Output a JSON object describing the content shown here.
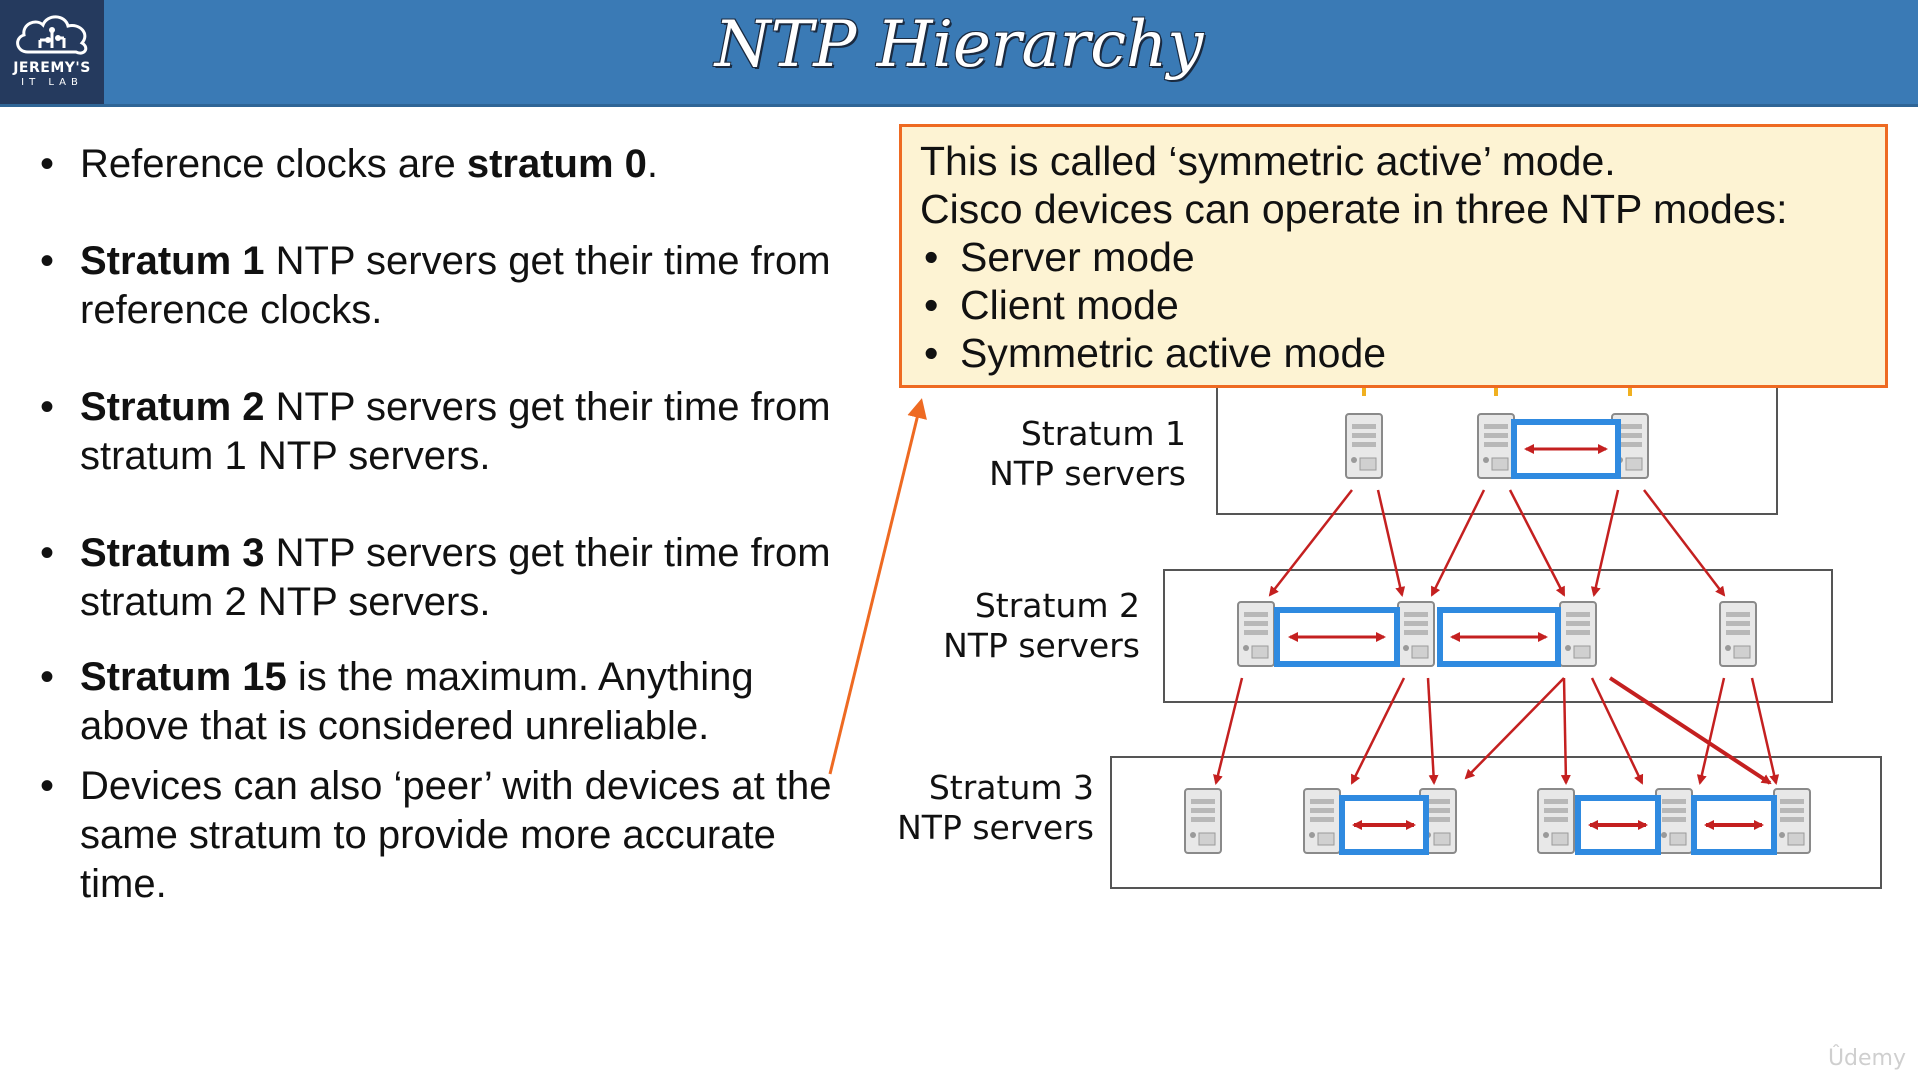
{
  "logo": {
    "title": "JEREMY'S",
    "subtitle": "IT LAB"
  },
  "slide": {
    "title": "NTP Hierarchy"
  },
  "bullets": {
    "b1": {
      "t1": "Reference clocks are ",
      "b": "stratum 0",
      "t2": "."
    },
    "b2": {
      "b": "Stratum 1",
      "t": " NTP servers get their time from reference clocks."
    },
    "b3": {
      "b": "Stratum 2",
      "t": " NTP servers get their time from stratum 1 NTP servers."
    },
    "b4": {
      "b": "Stratum 3",
      "t": " NTP servers get their time from stratum 2 NTP servers."
    },
    "b5": {
      "b": "Stratum 15",
      "t": " is the maximum.  Anything above that is considered unreliable."
    },
    "b6": {
      "t": "Devices can also ‘peer’ with devices at the same stratum to provide more accurate time."
    }
  },
  "callout": {
    "line1": "This is called ‘symmetric active’ mode.",
    "line2": "Cisco devices can operate in three NTP modes:",
    "items": [
      "Server mode",
      "Client mode",
      "Symmetric active mode"
    ]
  },
  "diagram": {
    "s1_label_a": "Stratum 1",
    "s1_label_b": "NTP servers",
    "s2_label_a": "Stratum 2",
    "s2_label_b": "NTP servers",
    "s3_label_a": "Stratum 3",
    "s3_label_b": "NTP servers"
  },
  "colors": {
    "header": "#3a7ab5",
    "peer_box": "#2f8ae0",
    "arrow": "#c42020",
    "callout_border": "#ee6a22",
    "callout_fill": "#fdf3d3"
  },
  "icons": [
    "cloud-circuit-logo-icon",
    "server-icon",
    "bidirectional-arrow-icon"
  ],
  "watermark": "Ûdemy"
}
